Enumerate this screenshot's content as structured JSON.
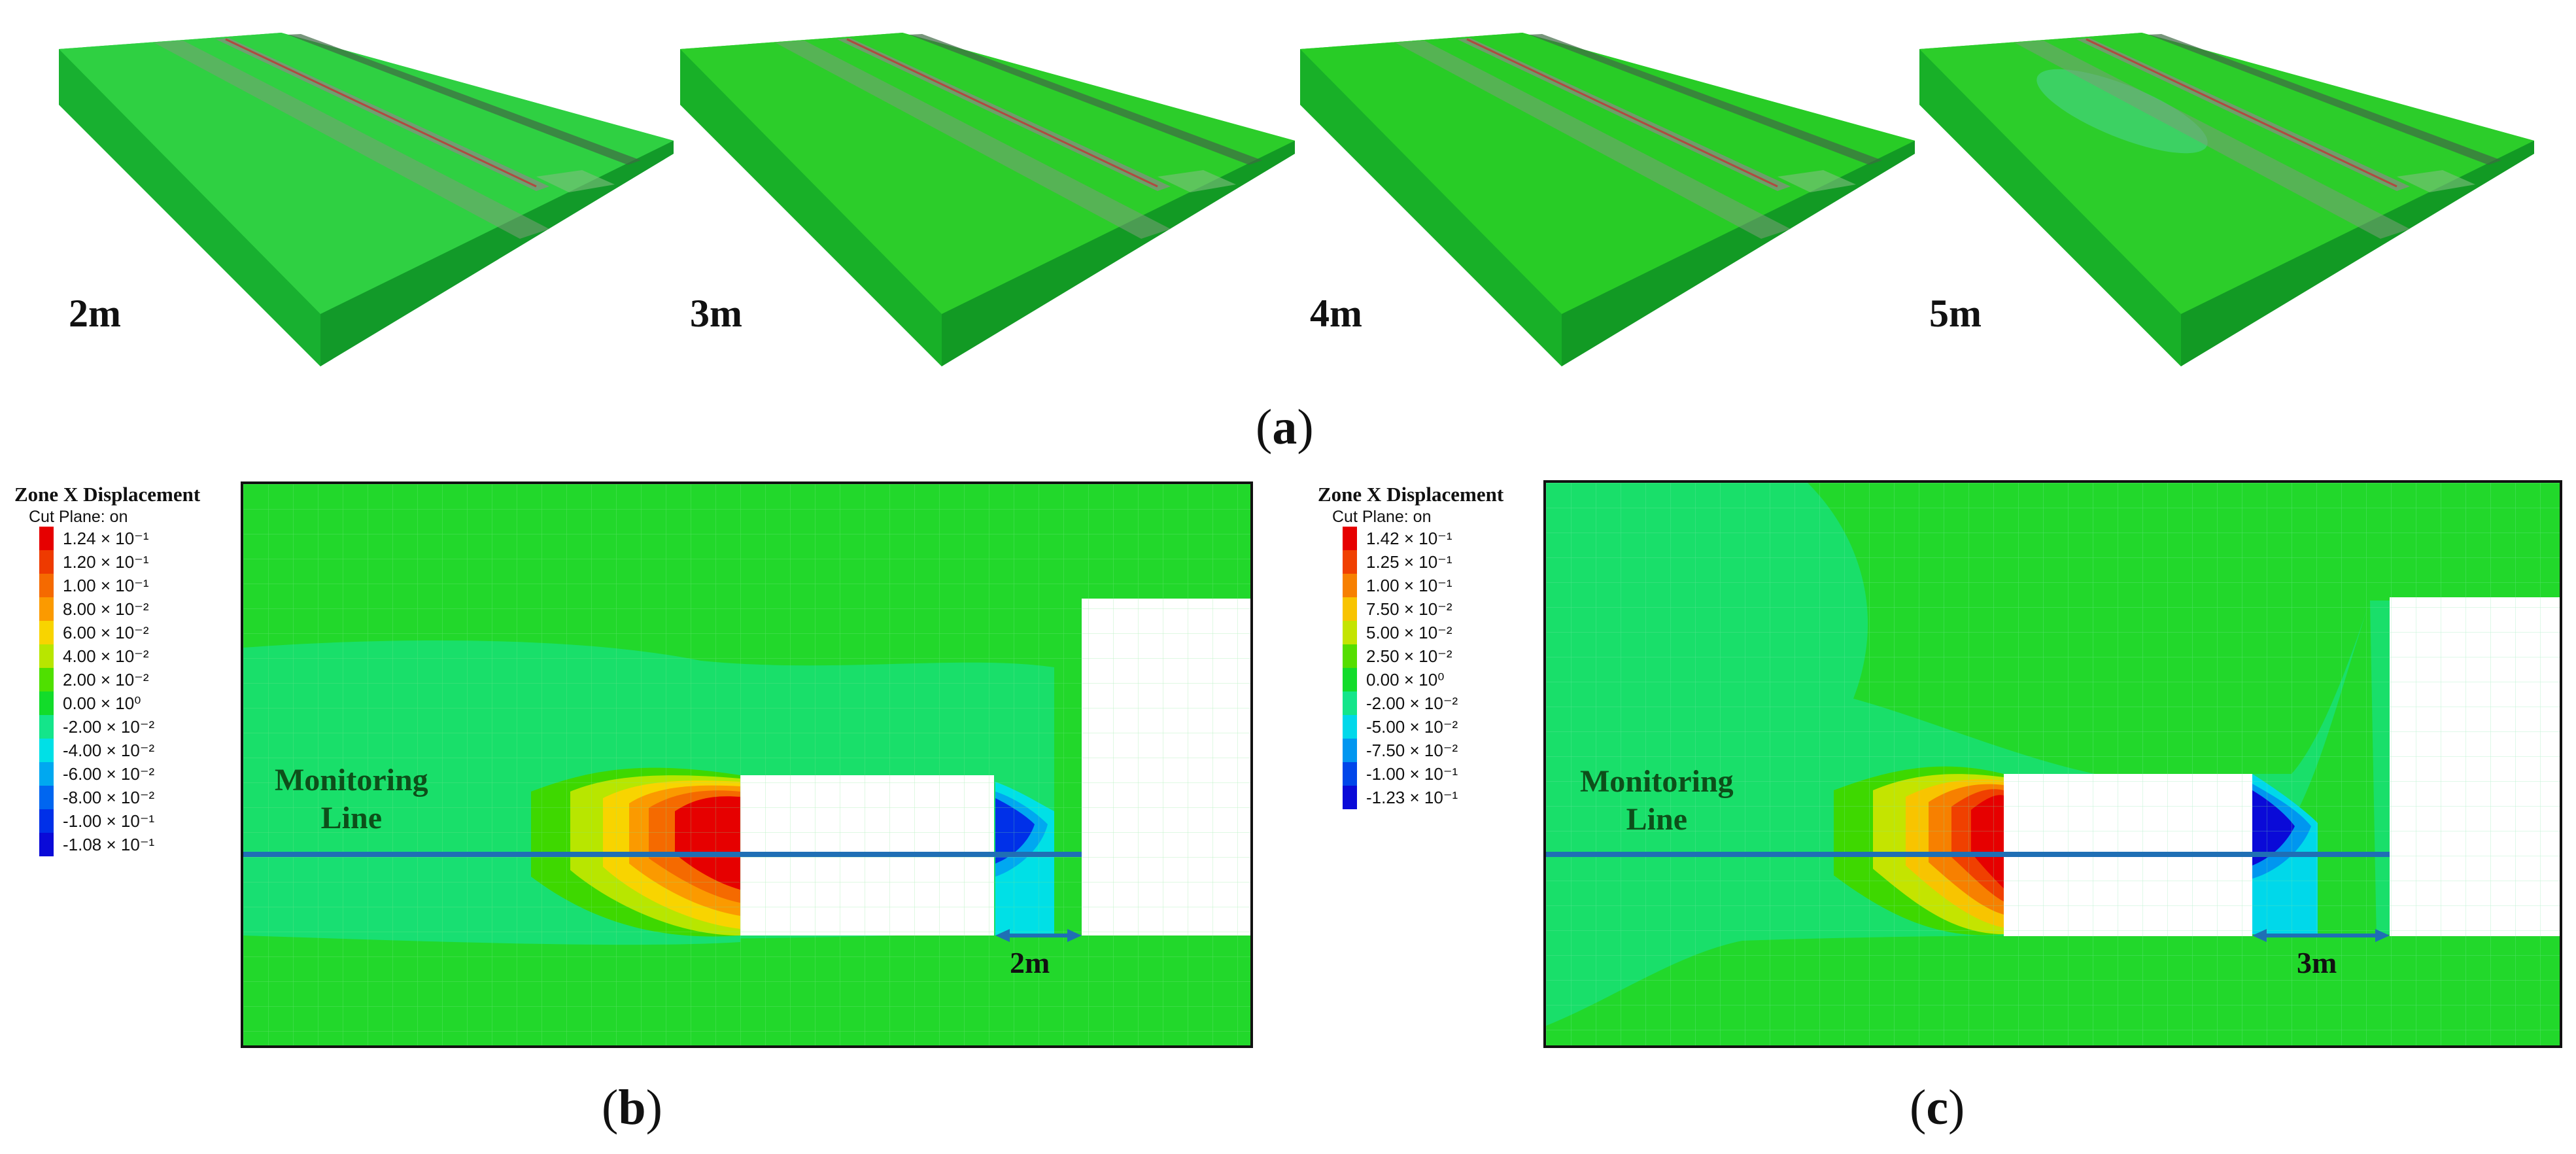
{
  "panel_a": {
    "label_letter": "a",
    "models": [
      {
        "label": "2m"
      },
      {
        "label": "3m"
      },
      {
        "label": "4m"
      },
      {
        "label": "5m"
      }
    ]
  },
  "panel_b": {
    "label_letter": "b",
    "legend": {
      "title": "Zone X Displacement",
      "subtitle": "Cut Plane: on",
      "entries": [
        {
          "text": "1.24 × 10⁻¹",
          "color": "#e60000"
        },
        {
          "text": "1.20 × 10⁻¹",
          "color": "#ee3a00"
        },
        {
          "text": "1.00 × 10⁻¹",
          "color": "#f56a00"
        },
        {
          "text": "8.00 × 10⁻²",
          "color": "#fb9a00"
        },
        {
          "text": "6.00 × 10⁻²",
          "color": "#f8d400"
        },
        {
          "text": "4.00 × 10⁻²",
          "color": "#b8e600"
        },
        {
          "text": "2.00 × 10⁻²",
          "color": "#4fe000"
        },
        {
          "text": "0.00 × 10⁰",
          "color": "#12dc2a"
        },
        {
          "text": "-2.00 × 10⁻²",
          "color": "#14e58a"
        },
        {
          "text": "-4.00 × 10⁻²",
          "color": "#00e0e6"
        },
        {
          "text": "-6.00 × 10⁻²",
          "color": "#00a8f0"
        },
        {
          "text": "-8.00 × 10⁻²",
          "color": "#0066f0"
        },
        {
          "text": "-1.00 × 10⁻¹",
          "color": "#0030e8"
        },
        {
          "text": "-1.08 × 10⁻¹",
          "color": "#0a0ad8"
        }
      ]
    },
    "monitoring_line": "Monitoring\nLine",
    "gap_label": "2m"
  },
  "panel_c": {
    "label_letter": "c",
    "legend": {
      "title": "Zone X Displacement",
      "subtitle": "Cut Plane: on",
      "entries": [
        {
          "text": "1.42 × 10⁻¹",
          "color": "#e60000"
        },
        {
          "text": "1.25 × 10⁻¹",
          "color": "#f04000"
        },
        {
          "text": "1.00 × 10⁻¹",
          "color": "#f78000"
        },
        {
          "text": "7.50 × 10⁻²",
          "color": "#f8c400"
        },
        {
          "text": "5.00 × 10⁻²",
          "color": "#c4e400"
        },
        {
          "text": "2.50 × 10⁻²",
          "color": "#55de00"
        },
        {
          "text": "0.00 × 10⁰",
          "color": "#12dc2a"
        },
        {
          "text": "-2.00 × 10⁻²",
          "color": "#14e58a"
        },
        {
          "text": "-5.00 × 10⁻²",
          "color": "#00d8ea"
        },
        {
          "text": "-7.50 × 10⁻²",
          "color": "#0096f0"
        },
        {
          "text": "-1.00 × 10⁻¹",
          "color": "#0046ea"
        },
        {
          "text": "-1.23 × 10⁻¹",
          "color": "#0a0ad8"
        }
      ]
    },
    "monitoring_line": "Monitoring\nLine",
    "gap_label": "3m"
  },
  "colors": {
    "model_top": "#2ecf3e",
    "model_side": "#14a62a",
    "contour_background": "#22d82b",
    "monitoring_line": "#1f6fb5",
    "gap_arrow": "#1f6fb5"
  }
}
